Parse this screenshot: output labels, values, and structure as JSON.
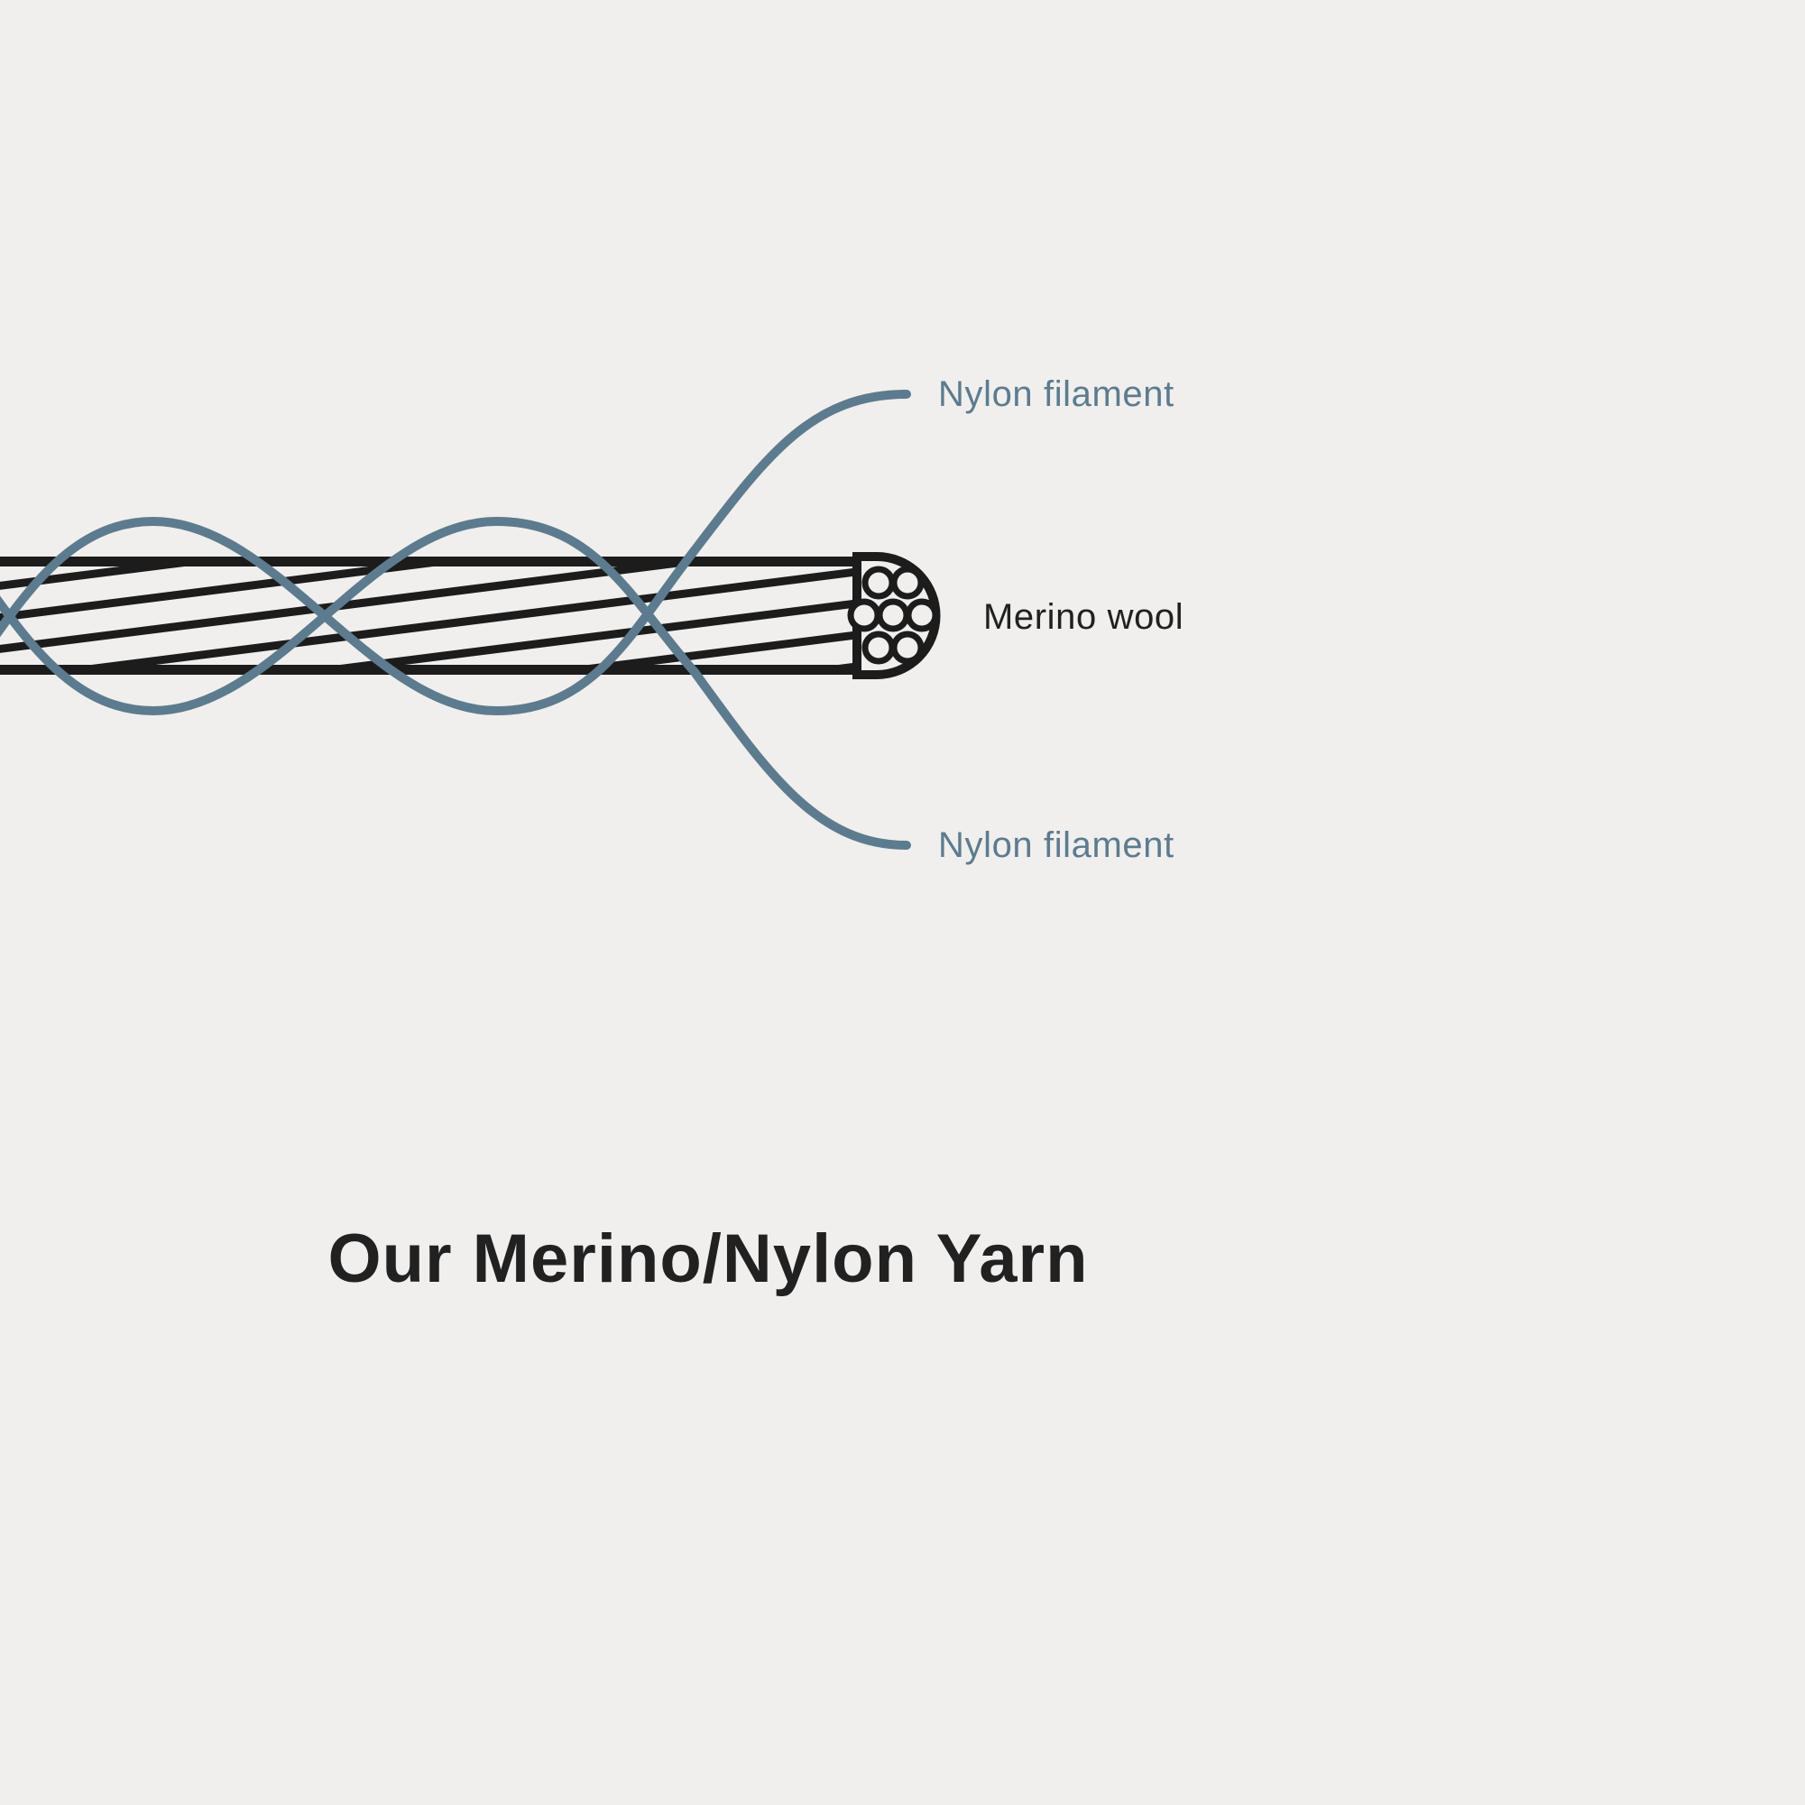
{
  "title": "Our Merino/Nylon Yarn",
  "labels": {
    "nylon_top": "Nylon filament",
    "merino": "Merino wool",
    "nylon_bottom": "Nylon filament"
  },
  "colors": {
    "background": "#f0efed",
    "yarn_stroke": "#1c1c1c",
    "nylon_stroke": "#5d7b8e",
    "text_dark": "#212121"
  }
}
